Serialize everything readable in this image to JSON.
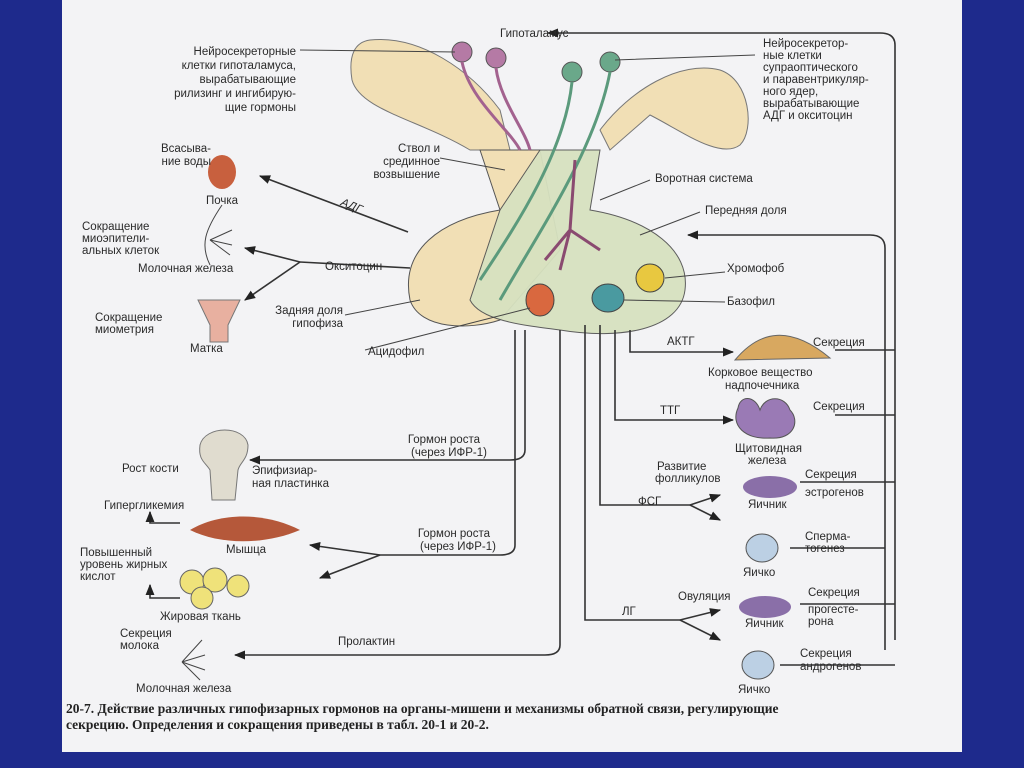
{
  "figure": {
    "labels": {
      "hypothalamus": "Гипоталамус",
      "neuro_left": [
        "Нейросекреторные",
        "клетки гипоталамуса,",
        "вырабатывающие",
        "рилизинг и ингибирую-",
        "щие гормоны"
      ],
      "neuro_right": [
        "Нейросекретор-",
        "ные клетки",
        "супраоптического",
        "и паравентрикуляр-",
        "ного ядер,",
        "вырабатывающие",
        "АДГ и окситоцин"
      ],
      "water": [
        "Всасыва-",
        "ние воды"
      ],
      "kidney": "Почка",
      "adh": "АДГ",
      "stalk": [
        "Ствол и",
        "срединное",
        "возвышение"
      ],
      "portal": "Воротная система",
      "anterior": "Передняя доля",
      "myoepi": [
        "Сокращение",
        "миоэпители-",
        "альных клеток"
      ],
      "mammary1": "Молочная железа",
      "oxytocin": "Окситоцин",
      "posterior": [
        "Задняя доля",
        "гипофиза"
      ],
      "myometrium": [
        "Сокращение",
        "миометрия"
      ],
      "uterus": "Матка",
      "acidophil": "Ацидофил",
      "chromophobe": "Хромофоб",
      "basophil": "Базофил",
      "acth": "АКТГ",
      "secretion": "Секреция",
      "adrenal": [
        "Корковое вещество",
        "надпочечника"
      ],
      "tsh": "ТТГ",
      "thyroid": [
        "Щитовидная",
        "железа"
      ],
      "follicles": [
        "Развитие",
        "фолликулов"
      ],
      "estrogens": "эстрогенов",
      "ovary": "Яичник",
      "fsh": "ФСГ",
      "spermatogenesis": [
        "Сперма-",
        "тогенез"
      ],
      "testis": "Яичко",
      "ovulation": "Овуляция",
      "progesterone": [
        "прогесте-",
        "рона"
      ],
      "lh": "ЛГ",
      "androgens": [
        "Секреция",
        "андрогенов"
      ],
      "gh": [
        "Гормон роста",
        "(через ИФР-1)"
      ],
      "bone_growth": "Рост кости",
      "epiphyseal": [
        "Эпифизиар-",
        "ная пластинка"
      ],
      "hyperglycemia": "Гипергликемия",
      "muscle": "Мышца",
      "fatty_acids": [
        "Повышенный",
        "уровень жирных",
        "кислот"
      ],
      "adipose": "Жировая ткань",
      "milk": [
        "Секреция",
        "молока"
      ],
      "prolactin": "Пролактин",
      "mammary2": "Молочная железа"
    },
    "caption": [
      "20-7. Действие различных гипофизарных гормонов на органы-мишени и механизмы обратной связи, регулирующие",
      "секрецию. Определения и сокращения приведены в табл. 20-1 и 20-2."
    ]
  },
  "colors": {
    "frame": "#1e2a8c",
    "posterior_lobe": "#f1dfb5",
    "anterior_lobe": "#d7e2c0",
    "purple": "#8a6fa8",
    "muscle": "#b5583a"
  }
}
